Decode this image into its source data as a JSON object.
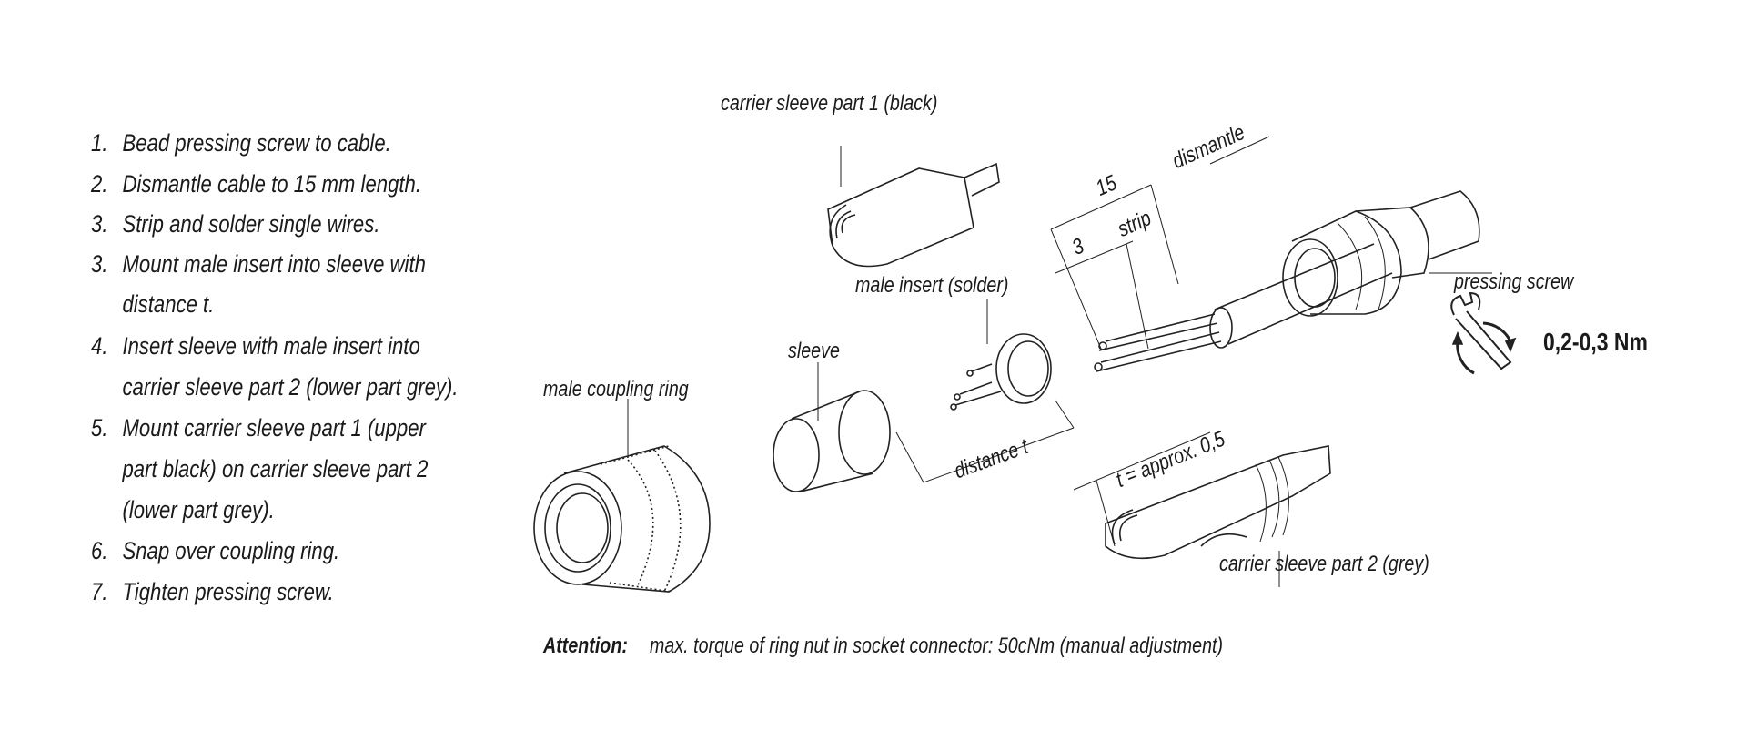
{
  "steps": [
    {
      "num": "1.",
      "lines": [
        "Bead pressing screw to cable."
      ]
    },
    {
      "num": "2.",
      "lines": [
        "Dismantle cable to 15 mm length."
      ]
    },
    {
      "num": "3.",
      "lines": [
        "Strip and solder single wires."
      ]
    },
    {
      "num": "3.",
      "lines": [
        "Mount male insert into sleeve with",
        "distance t."
      ]
    },
    {
      "num": "4.",
      "lines": [
        "Insert sleeve with male insert into",
        "carrier sleeve part 2 (lower part grey)."
      ]
    },
    {
      "num": "5.",
      "lines": [
        "Mount carrier sleeve part 1 (upper",
        "part black) on carrier sleeve part 2",
        "(lower part grey)."
      ]
    },
    {
      "num": "6.",
      "lines": [
        "Snap over coupling ring."
      ]
    },
    {
      "num": "7.",
      "lines": [
        "Tighten pressing screw."
      ]
    }
  ],
  "labels": {
    "carrier_sleeve_1": "carrier sleeve part 1 (black)",
    "dim_15": "15",
    "dismantle": "dismantle",
    "dim_3": "3",
    "strip": "strip",
    "male_insert": "male insert (solder)",
    "pressing_screw": "pressing screw",
    "torque": "0,2-0,3 Nm",
    "sleeve": "sleeve",
    "male_coupling_ring": "male coupling ring",
    "distance_t": "distance t",
    "t_approx": "t = approx. 0,5",
    "carrier_sleeve_2": "carrier sleeve part 2 (grey)"
  },
  "attention": {
    "title": "Attention:",
    "text": "max. torque of ring nut in socket connector: 50cNm (manual adjustment)"
  }
}
